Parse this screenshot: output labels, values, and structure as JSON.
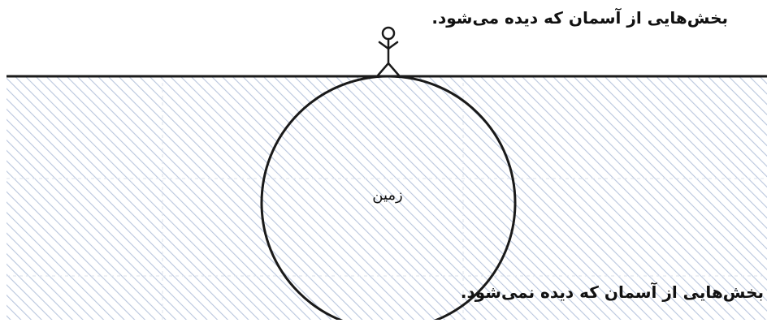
{
  "labels": {
    "sky_visible": "بخش‌هایی از آسمان که دیده می‌شود.",
    "sky_hidden": "بخش‌هایی از آسمان که دیده نمی‌شود.",
    "earth": "زمین"
  },
  "colors": {
    "hatch": "#b9c6dd",
    "line": "#1a1a1a",
    "background": "#ffffff"
  },
  "icons": {
    "observer": "stick-figure-icon"
  }
}
